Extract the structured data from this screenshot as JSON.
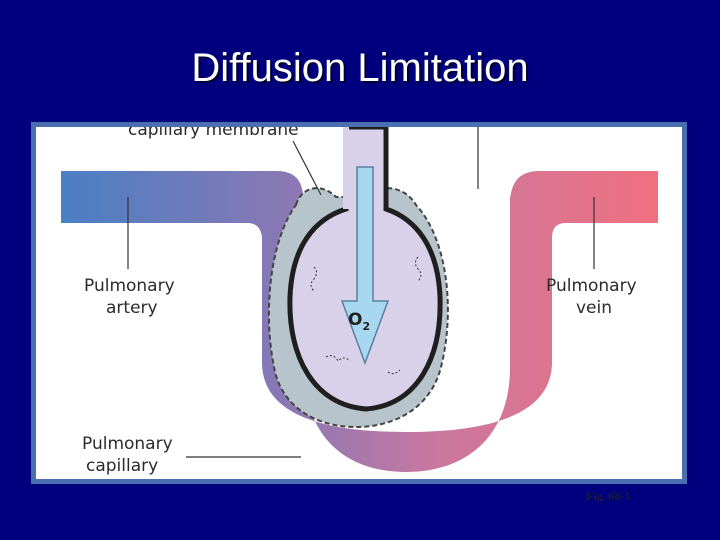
{
  "slide": {
    "title": "Diffusion Limitation",
    "figure_caption": "Fig. 68-5"
  },
  "diagram": {
    "top_label": "capillary membrane",
    "labels": {
      "artery": [
        "Pulmonary",
        "artery"
      ],
      "vein": [
        "Pulmonary",
        "vein"
      ],
      "capillary": [
        "Pulmonary",
        "capillary"
      ]
    },
    "arrow_label": "O",
    "arrow_label_subscript": "2"
  },
  "colors": {
    "background": "#00007f",
    "frame": "#4a6fb0",
    "artery": "#4a7fc4",
    "vein": "#f07080",
    "alveolus": "#d9d0ea",
    "arrow": "#a8d8f0"
  }
}
